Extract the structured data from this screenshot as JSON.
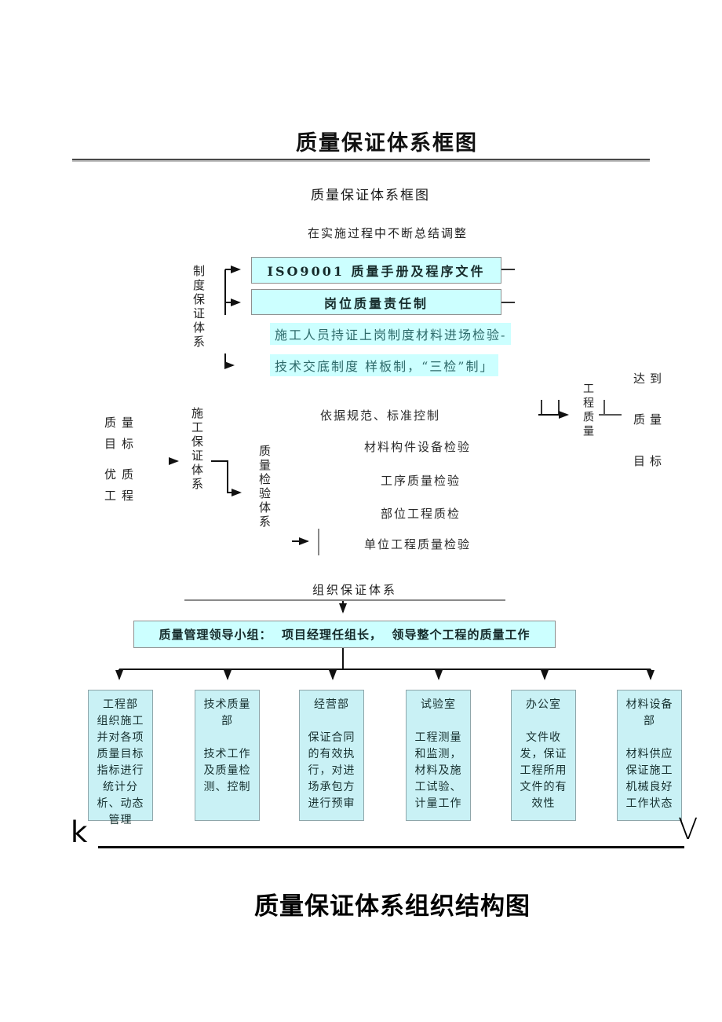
{
  "page": {
    "top_title": "质量保证体系框图",
    "subtitle": "质量保证体系框图",
    "note": "在实施过程中不断总结调整",
    "corner_left": "k",
    "corner_right": "V",
    "bottom_caption": "质量保证体系组织结构图"
  },
  "colors": {
    "highlight_cyan": "#CCFFFF",
    "dept_fill": "#C9F1F5",
    "teal_text": "#2E6A6A",
    "line_black": "#111111"
  },
  "framework": {
    "institution_label": "制度保证体系",
    "box_iso": "ISO9001 质量手册及程序文件",
    "box_post": "岗位质量责任制",
    "hl_cert": "施工人员持证上岗制度材料进场检验-",
    "hl_tech": "技术交底制度 样板制，“三检”制」",
    "goal_label_top": "质量目标",
    "goal_label_bottom": "优质工程",
    "construction_label": "施工保证体系",
    "inspection_label": "质量检验体系",
    "items": [
      "依据规范、标准控制",
      "材料构件设备检验",
      "工序质量检验",
      "部位工程质检",
      "单位工程质量检验"
    ],
    "project_quality_label": "工程质量",
    "achieve_label": "达到",
    "quality_label": "质量",
    "target_label": "目标"
  },
  "organization": {
    "title": "组织保证体系",
    "leader": "质量管理领导小组：  项目经理任组长，  领导整个工程的质量工作",
    "departments": [
      {
        "title": "工程部",
        "body": "组织施工并对各项质量目标指标进行统计分析、动态管理"
      },
      {
        "title": "技术质量部",
        "body": "技术工作及质量检测、控制"
      },
      {
        "title": "经营部",
        "body": "保证合同的有效执行，对进场承包方进行预审"
      },
      {
        "title": "试验室",
        "body": "工程测量和监测，材料及施工试验、计量工作"
      },
      {
        "title": "办公室",
        "body": "文件收发，保证工程所用文件的有效性"
      },
      {
        "title": "材料设备部",
        "body": "材料供应保证施工机械良好工作状态"
      }
    ]
  }
}
